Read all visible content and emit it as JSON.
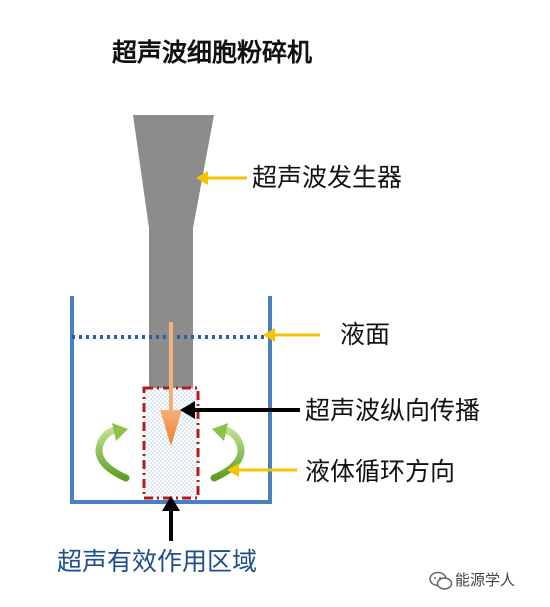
{
  "title": "超声波细胞粉碎机",
  "labels": {
    "generator": "超声波发生器",
    "liquid_surface": "液面",
    "longitudinal_wave": "超声波纵向传播",
    "circulation": "液体循环方向",
    "effective_zone": "超声有效作用区域"
  },
  "watermark": {
    "text": "能源学人",
    "icon": "wechat-icon"
  },
  "colors": {
    "horn": "#8c8c8c",
    "beaker": "#4a7fc1",
    "liquid_line": "#2b5fa3",
    "pointer_yellow": "#f5c400",
    "wave_arrow": "#f08a3a",
    "zone_border": "#b01c1c",
    "circulation_arrow": "#7cb342",
    "zone_label": "#1f4e8c"
  }
}
